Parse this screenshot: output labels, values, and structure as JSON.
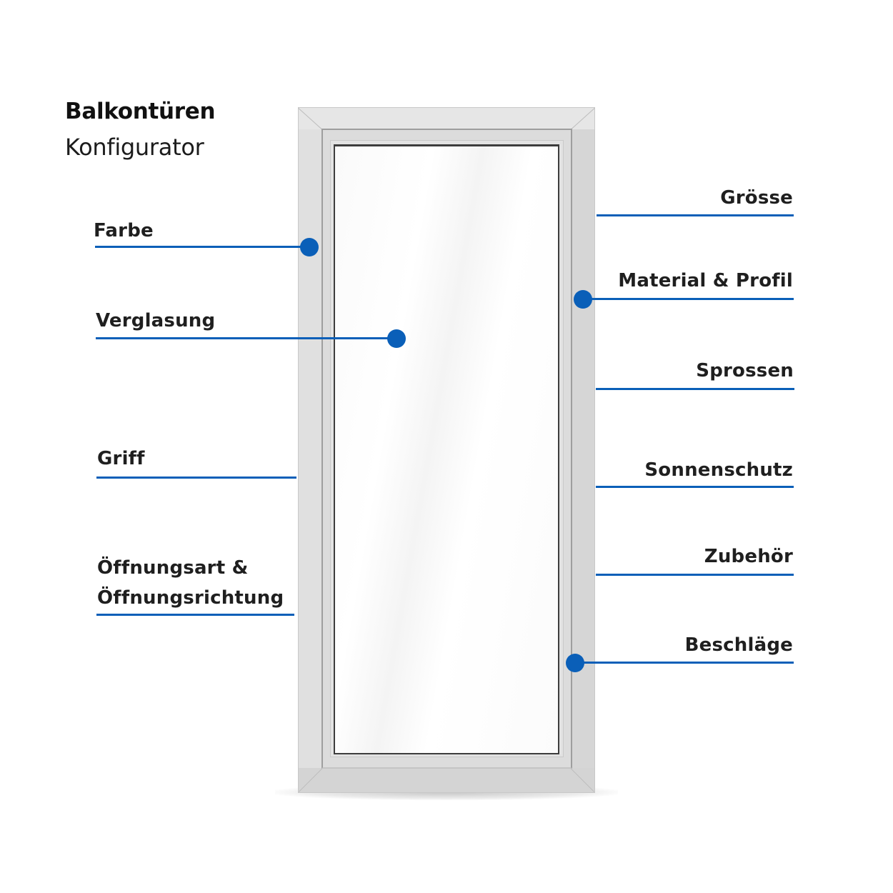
{
  "header": {
    "title": "Balkontüren",
    "subtitle": "Konfigurator"
  },
  "colors": {
    "accent": "#0a5fb8",
    "frame": "#d9d9d9",
    "text": "#1f1f1f"
  },
  "callouts_left": [
    {
      "label": "Farbe",
      "has_dot": true
    },
    {
      "label": "Verglasung",
      "has_dot": true
    },
    {
      "label": "Griff",
      "has_dot": false
    },
    {
      "label_line1": "Öffnungsart &",
      "label_line2": "Öffnungsrichtung",
      "has_dot": false
    }
  ],
  "callouts_right": [
    {
      "label": "Grösse",
      "has_dot": false
    },
    {
      "label": "Material & Profil",
      "has_dot": true
    },
    {
      "label": "Sprossen",
      "has_dot": false
    },
    {
      "label": "Sonnenschutz",
      "has_dot": false
    },
    {
      "label": "Zubehör",
      "has_dot": false
    },
    {
      "label": "Beschläge",
      "has_dot": true
    }
  ]
}
